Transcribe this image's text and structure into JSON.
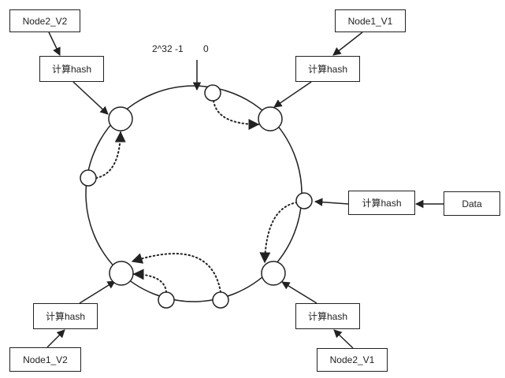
{
  "ring": {
    "top_left_label": "2^32 -1",
    "top_right_label": "0"
  },
  "nodes": {
    "node2_v2_top": "Node2_V2",
    "node1_v1_top": "Node1_V1",
    "node1_v2_bottom": "Node1_V2",
    "node2_v1_bottom": "Node2_V1",
    "data": "Data"
  },
  "hash": {
    "top_left": "计算hash",
    "top_right": "计算hash",
    "right": "计算hash",
    "bottom_left": "计算hash",
    "bottom_right": "计算hash"
  },
  "colors": {
    "stroke": "#222222",
    "background": "#ffffff"
  }
}
